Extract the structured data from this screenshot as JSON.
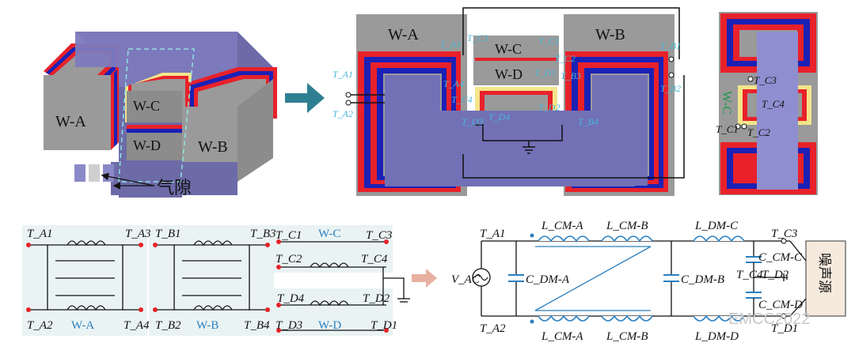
{
  "top_left": {
    "windings": [
      "W-A",
      "W-B",
      "W-C",
      "W-D"
    ],
    "gap_label": "气隙"
  },
  "top_middle": {
    "windings": [
      "W-A",
      "W-B",
      "W-C",
      "W-D"
    ],
    "terminals": [
      "T_A1",
      "T_A2",
      "T_A3",
      "T_A4",
      "T_B1",
      "T_B2",
      "T_B3",
      "T_B4",
      "T_C1",
      "T_C2",
      "T_C3",
      "T_C4",
      "T_D1",
      "T_D2",
      "T_D3",
      "T_D4"
    ]
  },
  "top_right": {
    "winding": "W-C",
    "terminals": [
      "T_C1",
      "T_C2",
      "T_C3",
      "T_C4"
    ]
  },
  "bottom_left": {
    "windings": [
      "W-A",
      "W-B",
      "W-C",
      "W-D"
    ],
    "terminals_a": [
      "T_A1",
      "T_A3",
      "T_A2",
      "T_A4"
    ],
    "terminals_b": [
      "T_B1",
      "T_B3",
      "T_B2",
      "T_B4"
    ],
    "terminals_c": [
      "T_C1",
      "T_C3",
      "T_C2",
      "T_C4"
    ],
    "terminals_d": [
      "T_D4",
      "T_D2",
      "T_D3",
      "T_D1"
    ]
  },
  "bottom_right": {
    "source": "V_AC",
    "inductors_top": [
      "L_CM-A",
      "L_CM-B",
      "L_DM-C"
    ],
    "inductors_bottom": [
      "L_CM-A",
      "L_CM-B",
      "L_DM-D"
    ],
    "capacitors": [
      "C_DM-A",
      "C_DM-B",
      "C_CM-C",
      "C_CM-D"
    ],
    "terminals": [
      "T_A1",
      "T_A2",
      "T_C3",
      "T_C4",
      "T_D2",
      "T_D1"
    ],
    "noise_source": "噪声源"
  },
  "watermark": "EMCC2022",
  "colors": {
    "red_winding": "#e8212a",
    "blue_winding": "#1b21b5",
    "core": "#7271b6",
    "grey_winding_body": "#9a9a9a",
    "yellow_winding": "#f3e58a",
    "arrow": "#2f7f93",
    "label_cyan": "#49b6d6",
    "label_blue": "#2a7fc0"
  }
}
